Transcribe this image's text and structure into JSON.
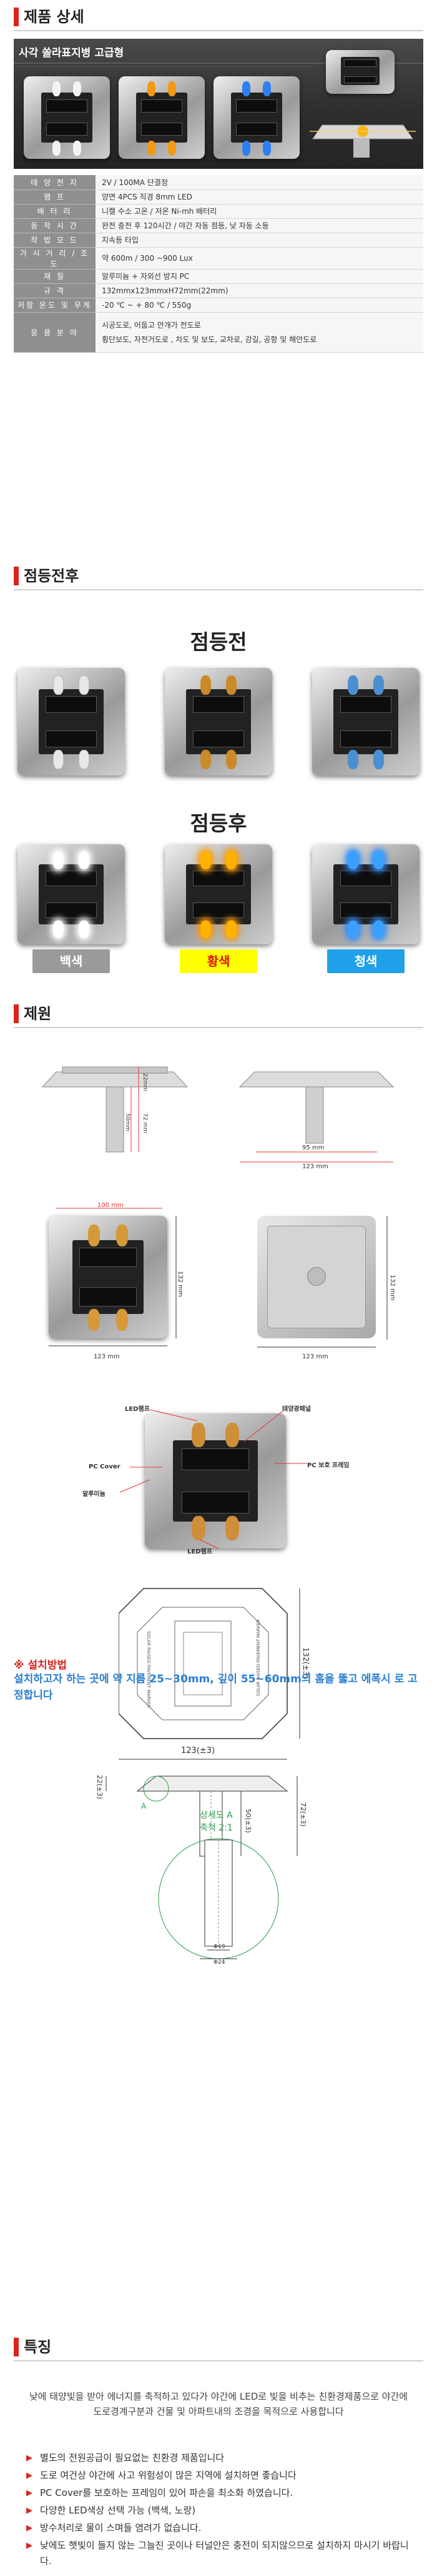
{
  "sections": {
    "detail": "제품 상세",
    "before_after": "점등전후",
    "spec": "제원",
    "feature": "특징"
  },
  "hero": {
    "title": "사각 쏠라표지병  고급형"
  },
  "spec_table": [
    {
      "key": "태 양 전 지",
      "value": "2V / 100MA 단결정"
    },
    {
      "key": "램          프",
      "value": "양면 4PCS 직경 8mm LED"
    },
    {
      "key": "배     터     리",
      "value": "니켈 수소  고온 / 저온 Ni-mh 배터리"
    },
    {
      "key": "동  작  시  간",
      "value": "완전 충전 후 120시간 / 야간 자동 점등, 낮 자동 소등"
    },
    {
      "key": "작  법  모  드",
      "value": "지속등 타입"
    },
    {
      "key": "가 시 거 리 / 조 도",
      "value": "약 600m  / 300 ~900 Lux"
    },
    {
      "key": "재          질",
      "value": "알루미늄 + 자외선 방지 PC"
    },
    {
      "key": "규          격",
      "value": "132mmx123mmxH72mm(22mm)"
    },
    {
      "key": "저항 온도 및 무게",
      "value": "-20 ℃ ~ + 80 ℃   / 550g"
    },
    {
      "key": "응  용  분  야",
      "value": "시공도로, 어둡고 안개가 전도로",
      "value2": "횡단보도, 자전거도로 , 차도 및 보도, 교차로, 강길, 공항 및 해안도로"
    }
  ],
  "before_after": {
    "before": "점등전",
    "after": "점등후",
    "colors": [
      {
        "label": "백색",
        "bg": "#9a9a9a",
        "fg": "#ffffff"
      },
      {
        "label": "황색",
        "bg": "#ffff00",
        "fg": "#e0140f"
      },
      {
        "label": "청색",
        "bg": "#1fa0e8",
        "fg": "#ffffff"
      }
    ]
  },
  "dims": {
    "h_total": "72 mm",
    "h_top": "22mm",
    "h_body": "50mm",
    "w_side": "95 mm",
    "w_total": "123 mm",
    "w_total2": "123 mm",
    "inner": "100 mm",
    "len": "132 mm",
    "len2": "132 mm",
    "w_bottom": "123 mm"
  },
  "callouts": {
    "led_top": "LED램프",
    "solar": "태양광패널",
    "pc_cover": "PC Cover",
    "pc_frame": "PC 보호 프레임",
    "aluminum": "알루미늄",
    "led_bottom": "LED램프"
  },
  "tech": {
    "h132": "132(±3)",
    "w123": "123(±3)",
    "h22": "22(±3)",
    "h50": "50(±3)",
    "h72": "72(±3)",
    "marker_a": "A",
    "detail_title": "상세도 A",
    "detail_scale": "축척 2:1",
    "phi19": "Φ19",
    "phi24": "Φ24",
    "side_text_l": "SOLAR RAISED PAVEMENT MARKER",
    "side_text_r": "SOLAR RAISED PAVEMENT MARKER"
  },
  "install": {
    "title": "※ 설치방법",
    "body": "설치하고자 하는 곳에 약 지름 25~30mm,  깊이 55~60mm의 홈을 뚫고 에폭시 로 고정합니다"
  },
  "features": {
    "intro": "낮에  태양빛을 받아   에너지를 축적하고 있다가 야간에 LED로 빛을 비추는 친환경제품으로 야간에 도로경계구분과 건물 및 아파트내의 조경을 목적으로 사용합니다",
    "items": [
      "별도의 전원공급이 필요없는  친환경 제품입니다",
      "도로 여건상 야간에 사고 위험성이  많은 지역에 설치하면 좋습니다",
      "PC Cover를 보호하는 프레임이 있어  파손을 최소화 하였습니다.",
      "다양한 LED색상 선택 가능 (백색, 노랑)",
      "방수처리로 물이 스며들 염려가 없습니다.",
      "낮에도 햇빛이 들지 않는 그늘진 곳이나 터널안은 충전이 되지않으므로 설치하지 마시기 바랍니다."
    ]
  }
}
